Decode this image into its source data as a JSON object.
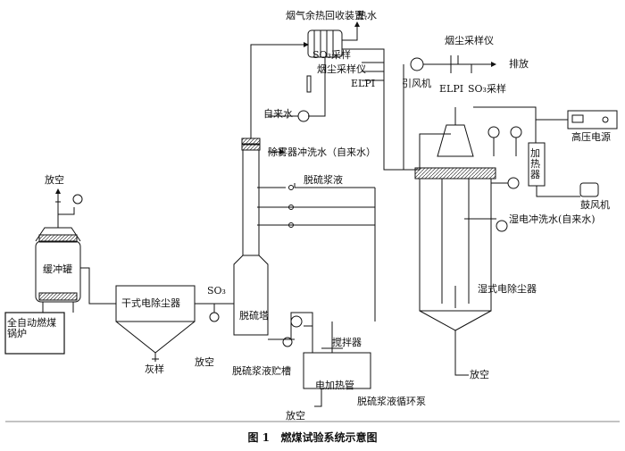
{
  "figure": {
    "caption_number": "图 1",
    "caption_title": "燃煤试验系统示意图"
  },
  "labels": {
    "boiler": "全自动燃煤锅炉",
    "buffer_tank": "缓冲罐",
    "vent_top": "放空",
    "dry_esp": "干式电除尘器",
    "ash_sample": "灰样",
    "so3_mid": "SO₃",
    "vent_left": "放空",
    "desulf_tower": "脱硫塔",
    "slurry_tank": "脱硫浆液贮槽",
    "heater": "电加热管",
    "vent_bottom": "放空",
    "pump": "脱硫浆液循环泵",
    "stirrer": "搅拌器",
    "slurry": "脱硫浆液",
    "demister": "除雾器冲洗水（自来水）",
    "tap_water": "自来水",
    "heat_recovery": "烟气余热回收装置",
    "hot_water": "热水",
    "so3_sample": "SO₃采样",
    "dust_sampler": "烟尘采样仪",
    "elpi_left": "ELPI",
    "fan": "引风机",
    "dust_sampler_top": "烟尘采样仪",
    "exhaust": "排放",
    "elpi_right": "ELPI",
    "so3_sample_right": "SO₃采样",
    "hv_power": "高压电源",
    "heater_box": "加热器",
    "blower": "鼓风机",
    "wesp_wash": "湿电冲洗水(自来水)",
    "wesp": "湿式电除尘器",
    "vent_right": "放空"
  }
}
